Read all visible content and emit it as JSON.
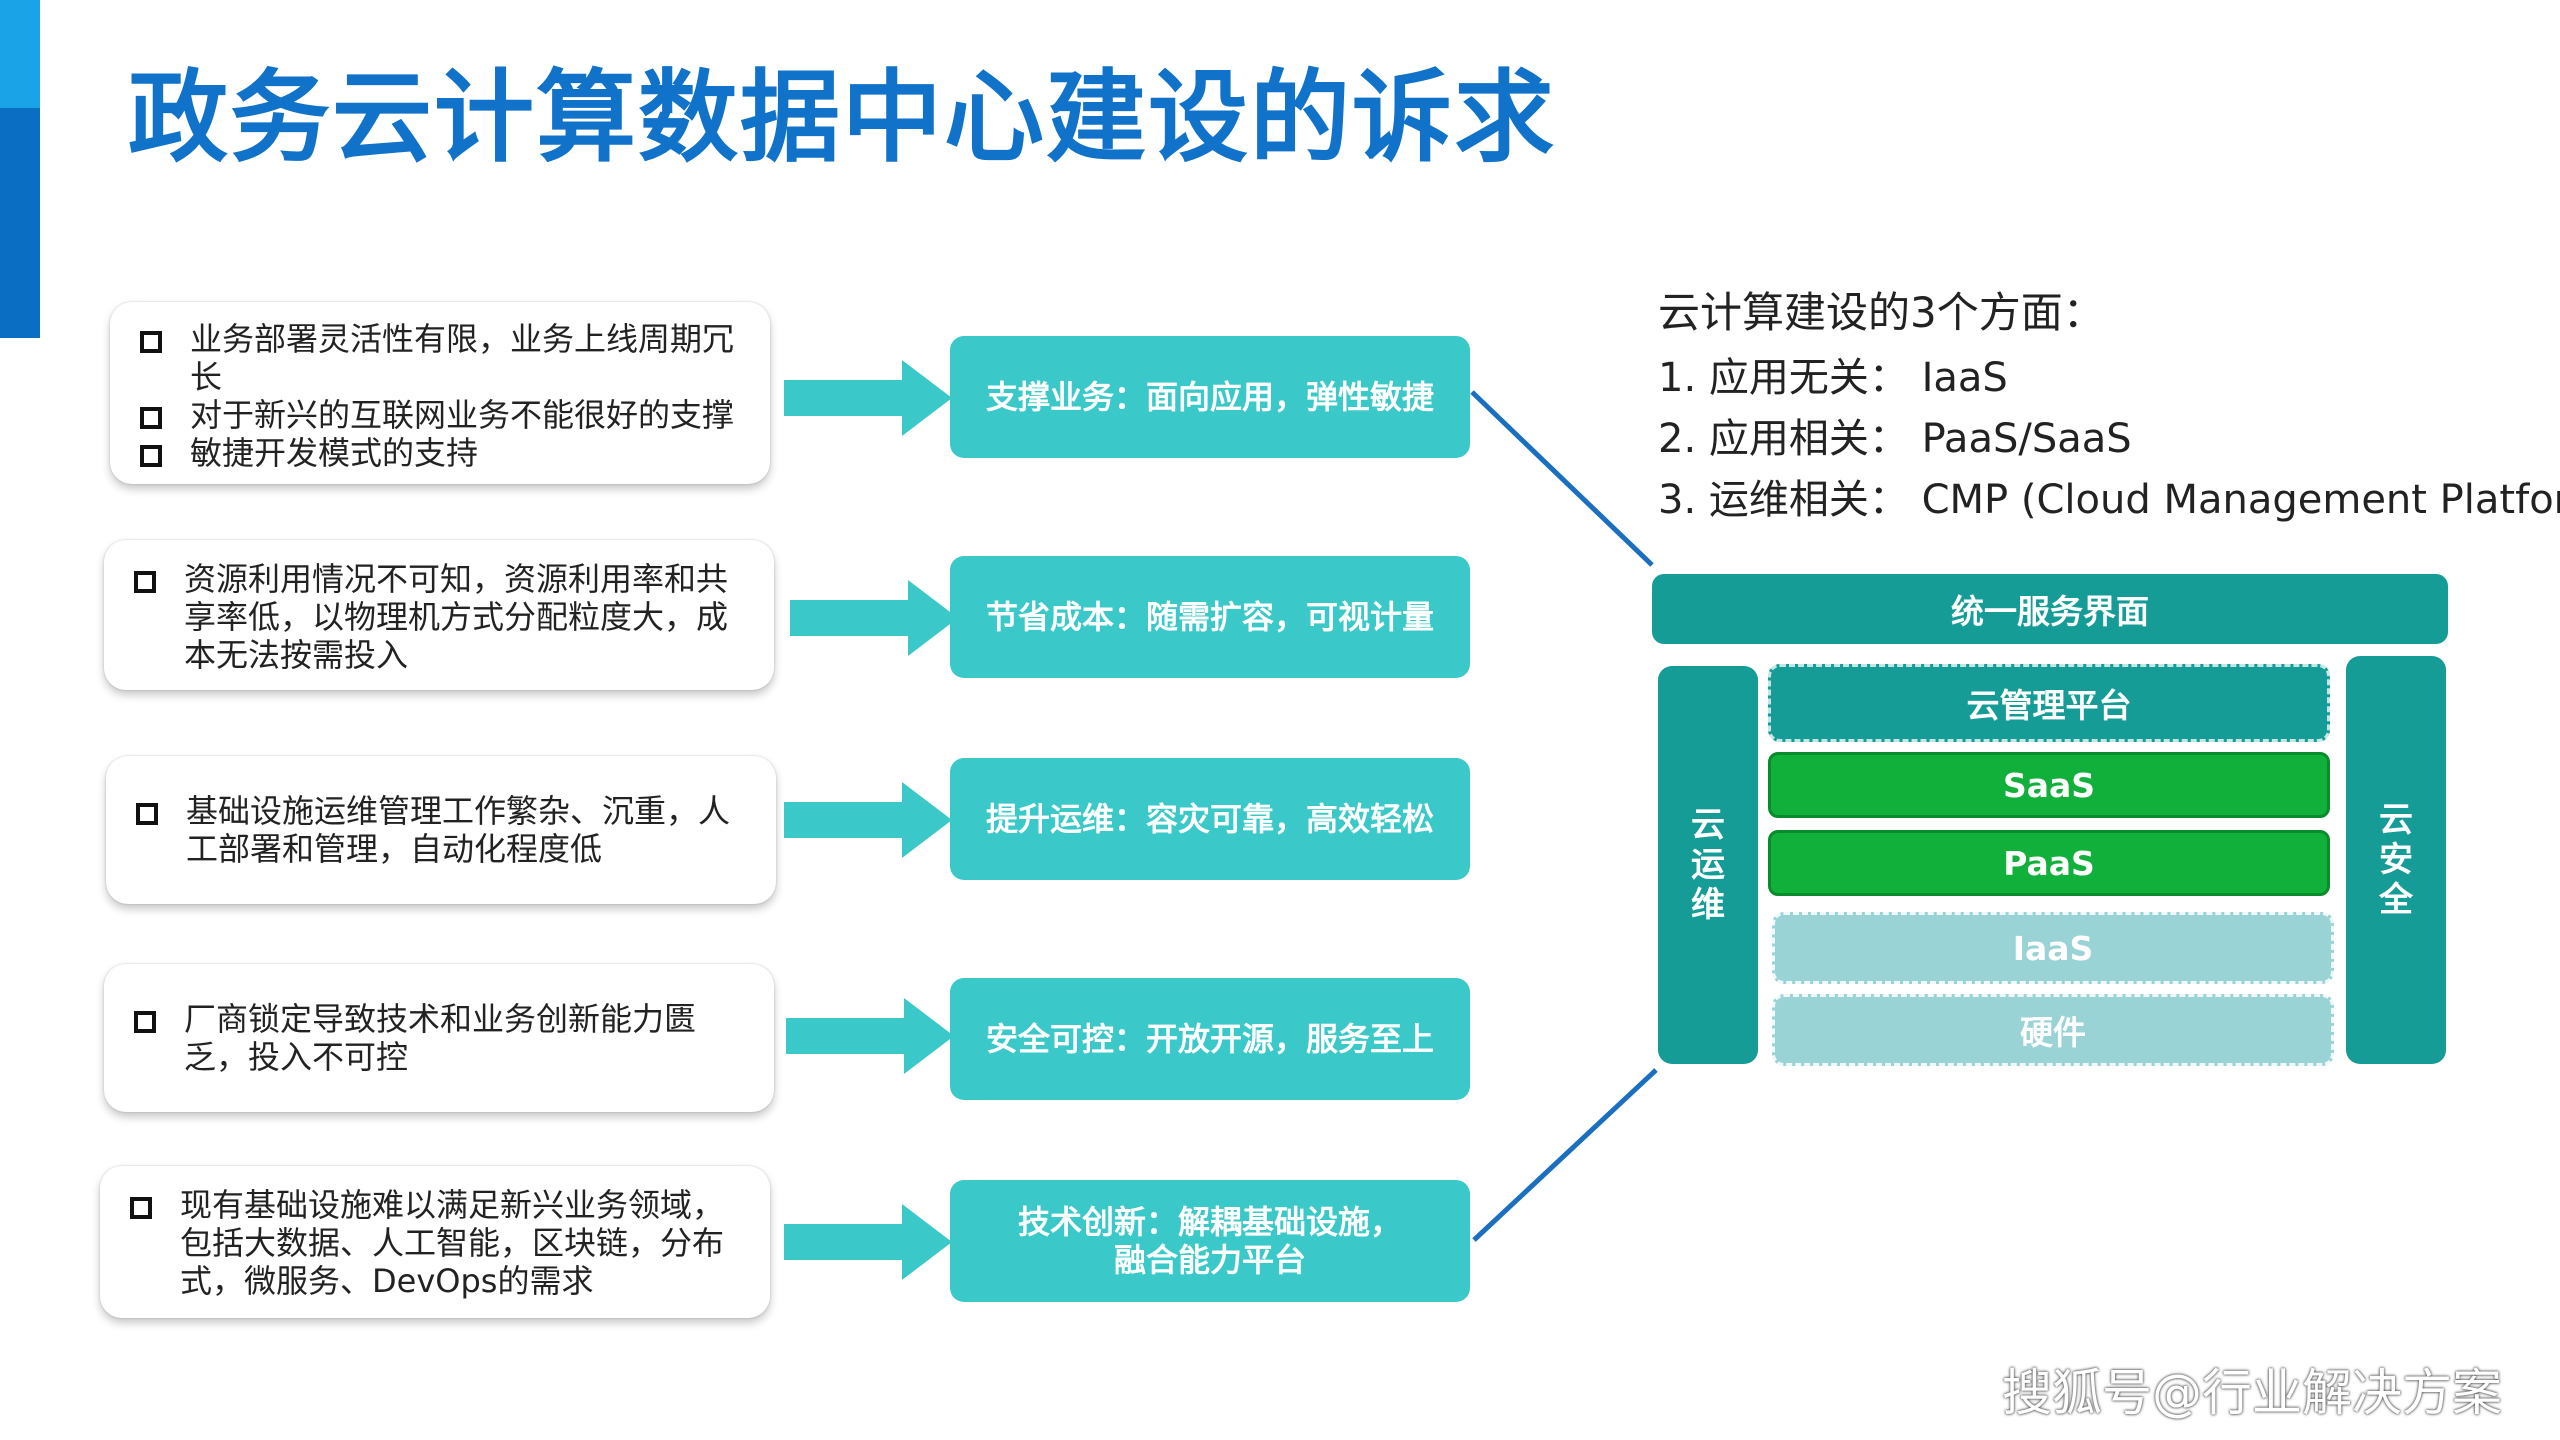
{
  "title": "政务云计算数据中心建设的诉求",
  "problems": [
    {
      "items": [
        "业务部署灵活性有限，业务上线周期冗长",
        "对于新兴的互联网业务不能很好的支撑",
        "敏捷开发模式的支持"
      ]
    },
    {
      "items": [
        "资源利用情况不可知，资源利用率和共享率低，以物理机方式分配粒度大，成本无法按需投入"
      ]
    },
    {
      "items": [
        "基础设施运维管理工作繁杂、沉重，人工部署和管理，自动化程度低"
      ]
    },
    {
      "items": [
        "厂商锁定导致技术和业务创新能力匮乏，投入不可控"
      ]
    },
    {
      "items": [
        "现有基础设施难以满足新兴业务领域，包括大数据、人工智能，区块链，分布式，微服务、DevOps的需求"
      ]
    }
  ],
  "benefits": [
    "支撑业务：面向应用，弹性敏捷",
    "节省成本：随需扩容，可视计量",
    "提升运维：容灾可靠，高效轻松",
    "安全可控：开放开源，服务至上",
    "技术创新：解耦基础设施，\n融合能力平台"
  ],
  "aspects": {
    "title": "云计算建设的3个方面：",
    "rows": [
      {
        "label": "1. 应用无关：",
        "value": "IaaS"
      },
      {
        "label": "2. 应用相关：",
        "value": "PaaS/SaaS"
      },
      {
        "label": "3. 运维相关：",
        "value": "CMP (Cloud Management Platform)"
      }
    ]
  },
  "stack": {
    "top": "统一服务界面",
    "left": "云运维",
    "right": "云安全",
    "layers": [
      "云管理平台",
      "SaaS",
      "PaaS",
      "IaaS",
      "硬件"
    ]
  },
  "watermark": "搜狐号@行业解决方案",
  "colors": {
    "title": "#1072c9",
    "accent_light": "#1ba3e8",
    "accent_dark": "#0a6fc2",
    "benefit": "#3ac8c8",
    "stack_teal": "#159c97",
    "stack_green": "#10b03a",
    "stack_light": "#9ad3d6",
    "connector": "#1a6fc0"
  }
}
